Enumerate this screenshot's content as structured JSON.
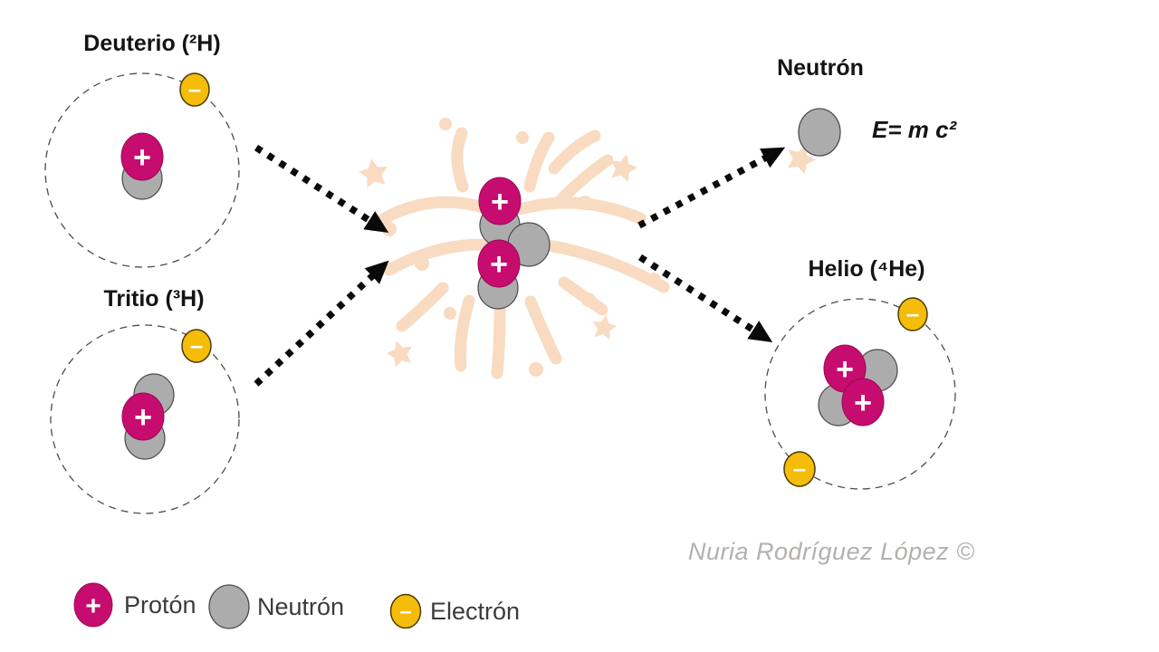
{
  "diagram": {
    "reactant_1": {
      "label": "Deuterio (²H)"
    },
    "reactant_2": {
      "label": "Tritio (³H)"
    },
    "product_neutron": {
      "label": "Neutrón"
    },
    "product_helium": {
      "label": "Helio (⁴He)"
    },
    "equation": "E= m c²"
  },
  "particles": {
    "plus": "+",
    "minus": "–"
  },
  "legend": [
    {
      "id": "proton",
      "label": "Protón",
      "symbol": "+",
      "color": "#C60C6E"
    },
    {
      "id": "neutron",
      "label": "Neutrón",
      "symbol": "",
      "color": "#ACACAC"
    },
    {
      "id": "electron",
      "label": "Electrón",
      "symbol": "–",
      "color": "#F6BC0A"
    }
  ],
  "attribution": "Nuria Rodríguez López ©",
  "colors": {
    "proton": "#C60C6E",
    "neutron_fill": "#ACACAC",
    "neutron_stroke": "#4D4D4D",
    "electron_fill": "#F6BC0A",
    "electron_stroke": "#4A3B00",
    "burst": "#F8DBC1",
    "arrow": "#0A0A0A",
    "orbit": "#4D4D4D"
  }
}
